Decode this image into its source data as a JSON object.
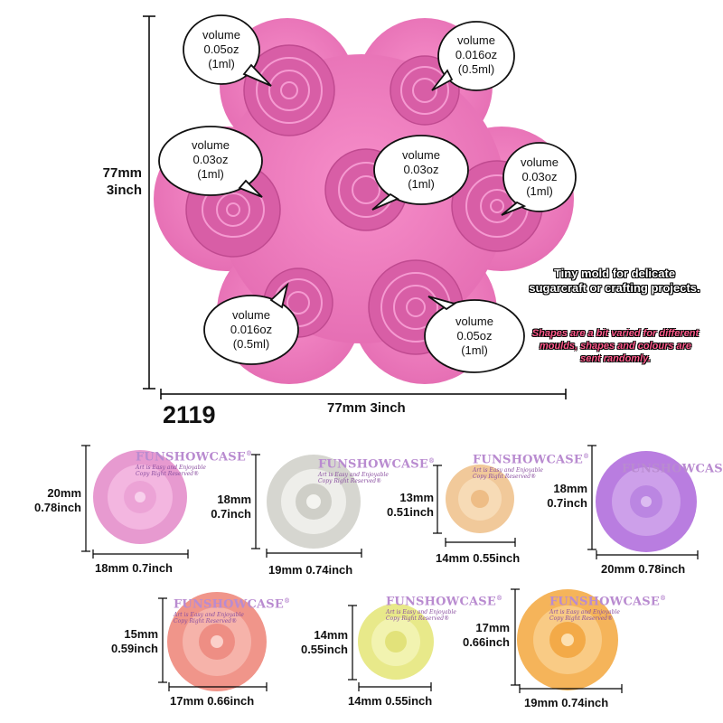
{
  "mold": {
    "height_label": [
      "77mm",
      "3inch"
    ],
    "width_label": "77mm 3inch",
    "code": "2119",
    "bubbles": [
      {
        "lines": [
          "volume",
          "0.05oz",
          "(1ml)"
        ]
      },
      {
        "lines": [
          "volume",
          "0.016oz",
          "(0.5ml)"
        ]
      },
      {
        "lines": [
          "volume",
          "0.03oz",
          "(1ml)"
        ]
      },
      {
        "lines": [
          "volume",
          "0.03oz",
          "(1ml)"
        ]
      },
      {
        "lines": [
          "volume",
          "0.03oz",
          "(1ml)"
        ]
      },
      {
        "lines": [
          "volume",
          "0.016oz",
          "(0.5ml)"
        ]
      },
      {
        "lines": [
          "volume",
          "0.05oz",
          "(1ml)"
        ]
      }
    ],
    "note": "Tiny mold for delicate sugarcraft or crafting projects.",
    "disclaimer": "Shapes are a bit varied for different moulds, shapes and colours are sent randomly."
  },
  "brand": {
    "name": "FUNSHOWCASE",
    "mark": "®",
    "tagline1": "Art is Easy and Enjoyable",
    "tagline2": "Copy Right Reserved®"
  },
  "samples": [
    {
      "height": [
        "20mm",
        "0.78inch"
      ],
      "width": "18mm 0.7inch",
      "color": "#e79ad0"
    },
    {
      "height": [
        "18mm",
        "0.7inch"
      ],
      "width": "19mm 0.74inch",
      "color": "#d9d9d4"
    },
    {
      "height": [
        "13mm",
        "0.51inch"
      ],
      "width": "14mm 0.55inch",
      "color": "#f1c99a"
    },
    {
      "height": [
        "18mm",
        "0.7inch"
      ],
      "width": "20mm 0.78inch",
      "color": "#b97de0"
    },
    {
      "height": [
        "15mm",
        "0.59inch"
      ],
      "width": "17mm 0.66inch",
      "color": "#f0958a"
    },
    {
      "height": [
        "14mm",
        "0.55inch"
      ],
      "width": "14mm 0.55inch",
      "color": "#e8e98a"
    },
    {
      "height": [
        "17mm",
        "0.66inch"
      ],
      "width": "19mm 0.74inch",
      "color": "#f5b45a"
    }
  ],
  "colors": {
    "mold_pink": "#f27fc0",
    "mold_shadow": "#d45fa4",
    "dimension_line": "#000000"
  }
}
